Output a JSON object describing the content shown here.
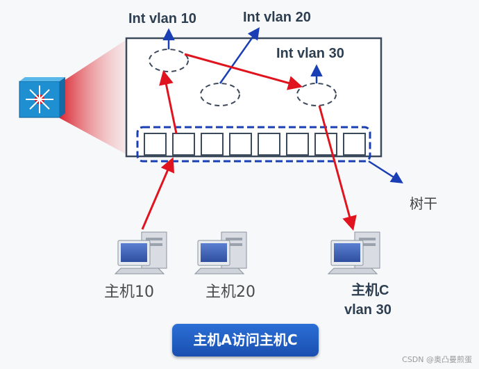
{
  "vlan_interfaces": {
    "vlan10": "Int vlan 10",
    "vlan20": "Int vlan 20",
    "vlan30": "Int vlan 30"
  },
  "trunk_label": "树干",
  "hosts": {
    "host10": {
      "label": "主机10"
    },
    "host20": {
      "label": "主机20"
    },
    "hostC": {
      "label": "主机C",
      "vlan": "vlan 30"
    }
  },
  "caption": "主机A访问主机C",
  "watermark": "CSDN @奥凸曼煎蛋",
  "colors": {
    "path_red": "#e0141e",
    "link_blue": "#1a3fb5",
    "switch_blue": "#1e8fd0",
    "caption_blue": "#1f5cc4"
  },
  "icons": {
    "switch": "layer3-switch-icon",
    "host": "desktop-computer-icon"
  }
}
